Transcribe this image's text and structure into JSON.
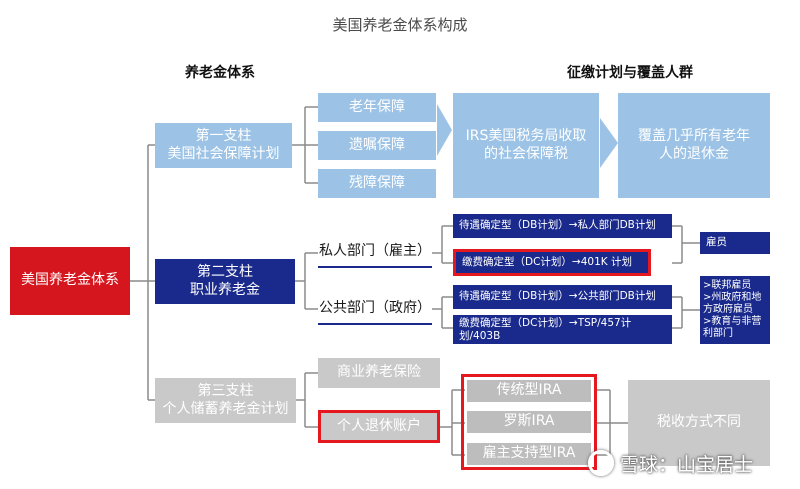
{
  "title": "美国养老金体系构成",
  "headers": {
    "left": "养老金体系",
    "right": "征缴计划与覆盖人群"
  },
  "root": "美国养老金体系",
  "pillar1": {
    "title": "第一支柱",
    "subtitle": "美国社会保障计划",
    "items": [
      "老年保障",
      "遗嘱保障",
      "残障保障"
    ],
    "collection": "IRS美国税务局收取的社会保障税",
    "coverage": "覆盖几乎所有老年人的退休金"
  },
  "pillar2": {
    "title": "第二支柱",
    "subtitle": "职业养老金",
    "private": {
      "label": "私人部门（雇主）",
      "plans": [
        "待遇确定型（DB计划）→私人部门DB计划",
        "缴费确定型（DC计划）→401K 计划"
      ],
      "coverage": "雇员"
    },
    "public": {
      "label": "公共部门（政府）",
      "plans": [
        "待遇确定型（DB计划）→公共部门DB计划",
        "缴费确定型（DC计划）→TSP/457计划/403B"
      ],
      "coverage": [
        ">联邦雇员",
        ">州政府和地方政府雇员",
        ">教育与非营利部门"
      ]
    }
  },
  "pillar3": {
    "title": "第三支柱",
    "subtitle": "个人储蓄养老金计划",
    "commercial": "商业养老保险",
    "ira_account": "个人退休账户",
    "ira_types": [
      "传统型IRA",
      "罗斯IRA",
      "雇主支持型IRA"
    ],
    "tax": "税收方式不同"
  },
  "watermark": "雪球：山宝居士"
}
